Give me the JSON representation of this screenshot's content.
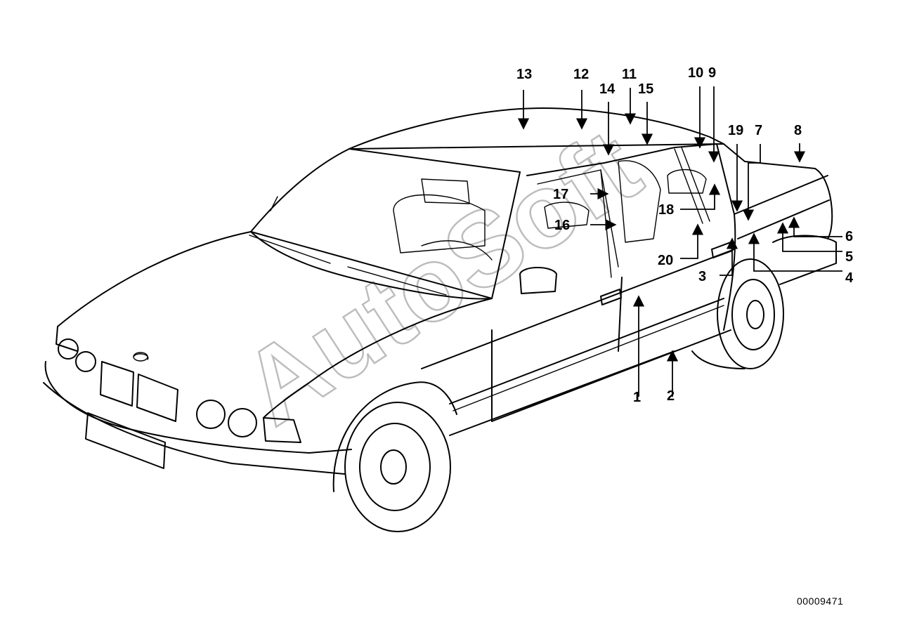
{
  "diagram": {
    "watermark": "AutoSoft",
    "document_id": "00009471",
    "callouts": [
      "1",
      "2",
      "3",
      "4",
      "5",
      "6",
      "7",
      "8",
      "9",
      "10",
      "11",
      "12",
      "13",
      "14",
      "15",
      "16",
      "17",
      "18",
      "19",
      "20"
    ]
  }
}
